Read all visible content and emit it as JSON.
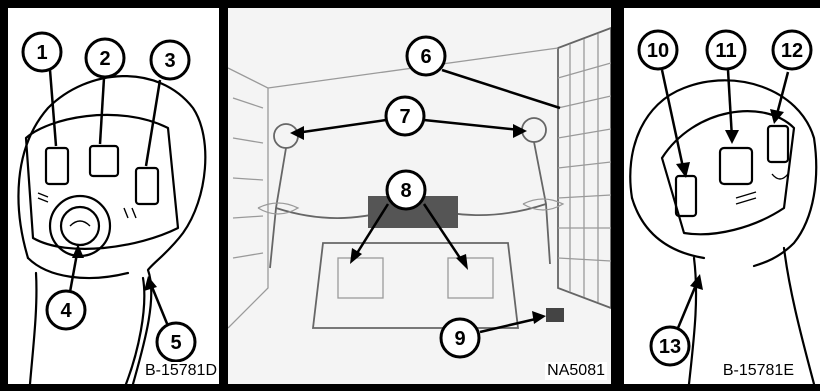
{
  "panels": [
    {
      "id": "left",
      "reference_code": "B-15781D",
      "callouts": [
        "1",
        "2",
        "3",
        "4",
        "5"
      ]
    },
    {
      "id": "center",
      "reference_code": "NA5081",
      "callouts": [
        "6",
        "7",
        "8",
        "9"
      ]
    },
    {
      "id": "right",
      "reference_code": "B-15781E",
      "callouts": [
        "10",
        "11",
        "12",
        "13"
      ]
    }
  ]
}
